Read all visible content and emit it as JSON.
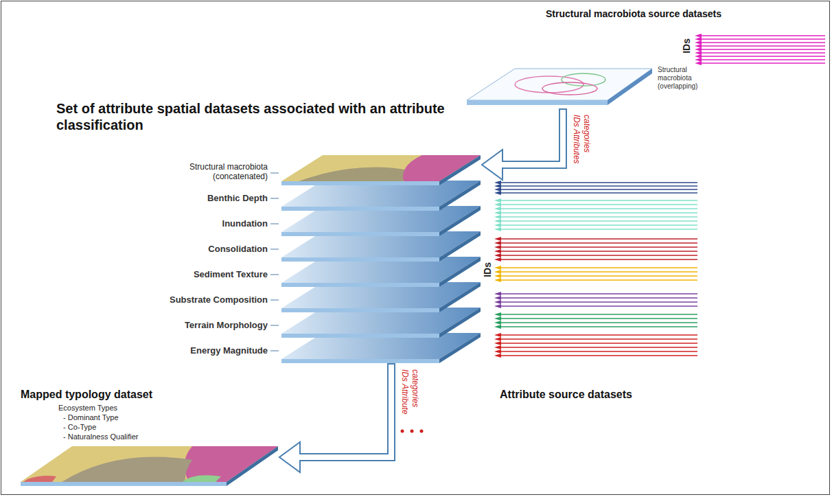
{
  "diagram": {
    "nodes": [
      {
        "text": [
          "Structural macrobiota (overlapping)"
        ]
      },
      {
        "text": [
          "Structural macrobiota (concatenated)"
        ]
      },
      {
        "text": [
          "Benthic Depth"
        ]
      },
      {
        "text": [
          "Inundation"
        ]
      },
      {
        "text": [
          "Consolidation"
        ]
      },
      {
        "text": [
          "Sediment Texture"
        ]
      },
      {
        "text": [
          "Substrate Composition"
        ]
      },
      {
        "text": [
          "Terrain Morphology"
        ]
      },
      {
        "text": [
          "Energy Magnitude"
        ]
      },
      {
        "text": [
          "Ecosystem Types",
          "- Dominant Type",
          "- Co-Type",
          "- Naturalness Qualifier"
        ]
      }
    ],
    "edges": [
      {
        "from": 0,
        "to": 1,
        "arrow": "to",
        "label": "IDs Attributes categories"
      },
      {
        "from": 8,
        "to": 9,
        "arrow": "to",
        "label": "IDs Attribute categories"
      }
    ],
    "labels": [
      "Structural macrobiota source datasets",
      "IDs",
      "Set of attribute spatial datasets associated with an attribute classification",
      "IDs",
      "Attribute source datasets",
      "Mapped typology dataset"
    ]
  }
}
